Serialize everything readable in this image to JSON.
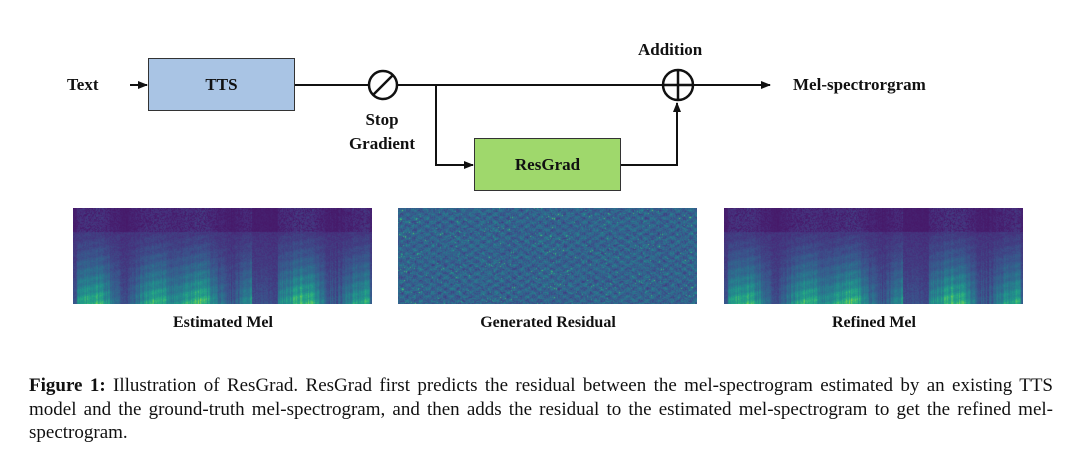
{
  "diagram": {
    "input_label": "Text",
    "tts_label": "TTS",
    "stop_label_line1": "Stop",
    "stop_label_line2": "Gradient",
    "resgrad_label": "ResGrad",
    "addition_label": "Addition",
    "output_label": "Mel-spectrorgram",
    "colors": {
      "tts_fill": "#a9c4e4",
      "resgrad_fill": "#9fd86c",
      "line": "#111111"
    }
  },
  "spectrograms": [
    {
      "caption": "Estimated Mel",
      "kind": "mel"
    },
    {
      "caption": "Generated Residual",
      "kind": "residual"
    },
    {
      "caption": "Refined Mel",
      "kind": "mel"
    }
  ],
  "figure_caption": {
    "label": "Figure 1:",
    "text": "Illustration of ResGrad. ResGrad first predicts the residual between the mel-spectrogram estimated by an existing TTS model and the ground-truth mel-spectrogram, and then adds the residual to the estimated mel-spectrogram to get the refined mel-spectrogram."
  }
}
